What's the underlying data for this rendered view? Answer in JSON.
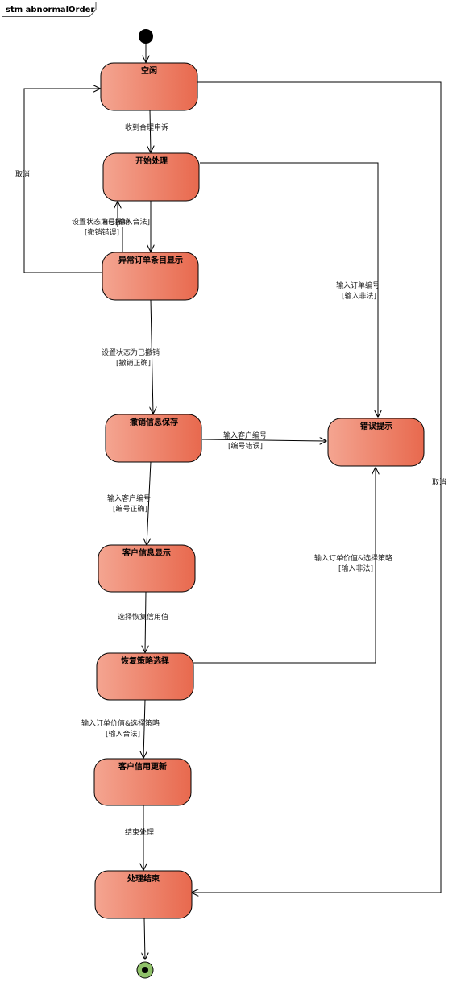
{
  "frame": {
    "title": "stm abnormalOrder"
  },
  "colors": {
    "state_light": "#f4a591",
    "state_dark": "#e8694e",
    "final_ring": "#90c26a",
    "line": "#000000"
  },
  "states": {
    "idle": "空闲",
    "start_processing": "开始处理",
    "abnormal_list": "异常订单条目显示",
    "revoke_saved": "撤销信息保存",
    "error_prompt": "错误提示",
    "customer_info": "客户信息显示",
    "recovery_select": "恢复策略选择",
    "credit_update": "客户信用更新",
    "processing_end": "处理结束"
  },
  "transitions": {
    "receive_appeal": "收到合理申诉",
    "cancel_left": "取消",
    "set_state_revoked": "设置状态为已撤销",
    "revoke_error": "[撤销错误]",
    "input_order_legal": "输入订单编号[输入合法]",
    "input_order_illegal": "输入订单编号",
    "illegal_guard_1": "[输入非法]",
    "set_state_revoked_2": "设置状态为已撤销",
    "revoke_correct": "[撤销正确]",
    "input_customer_no": "输入客户编号",
    "number_error": "[编号错误]",
    "input_customer_no_2": "输入客户编号",
    "number_correct": "[编号正确]",
    "cancel_right": "取消",
    "select_recovery": "选择恢复信用值",
    "input_value_strategy_illegal": "输入订单价值&选择策略",
    "illegal_guard_2": "[输入非法]",
    "input_value_strategy_legal": "输入订单价值&选择策略",
    "legal_guard": "[输入合法]",
    "end_processing": "结束处理"
  }
}
